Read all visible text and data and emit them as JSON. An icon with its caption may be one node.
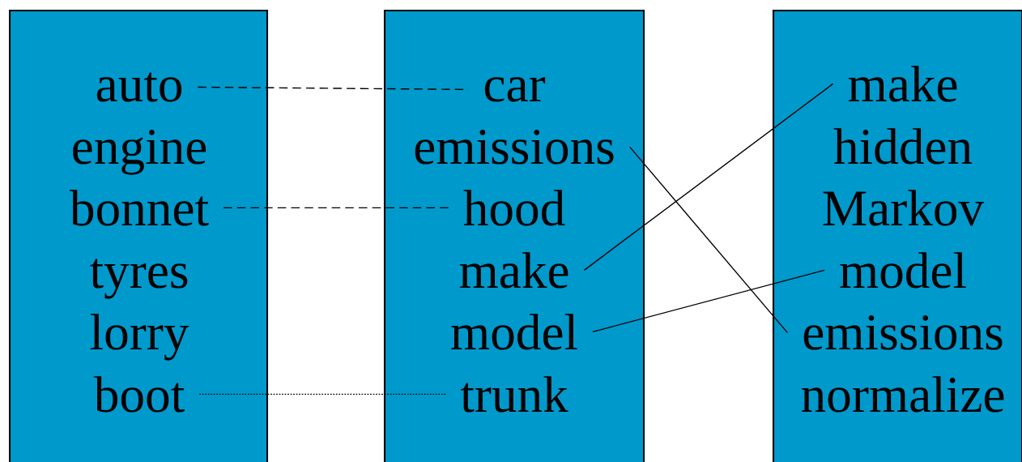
{
  "diagram": {
    "nodes": [
      {
        "text": [],
        "shape": "box"
      },
      {
        "text": [
          "auto"
        ],
        "in": 0
      },
      {
        "text": [
          "engine"
        ],
        "in": 0
      },
      {
        "text": [
          "bonnet"
        ],
        "in": 0
      },
      {
        "text": [
          "tyres"
        ],
        "in": 0
      },
      {
        "text": [
          "lorry"
        ],
        "in": 0
      },
      {
        "text": [
          "boot"
        ],
        "in": 0
      },
      {
        "text": [],
        "shape": "box"
      },
      {
        "text": [
          "car"
        ],
        "in": 7
      },
      {
        "text": [
          "emissions"
        ],
        "in": 7
      },
      {
        "text": [
          "hood"
        ],
        "in": 7
      },
      {
        "text": [
          "make"
        ],
        "in": 7
      },
      {
        "text": [
          "model"
        ],
        "in": 7
      },
      {
        "text": [
          "trunk"
        ],
        "in": 7
      },
      {
        "text": [],
        "shape": "box"
      },
      {
        "text": [
          "make"
        ],
        "in": 14
      },
      {
        "text": [
          "hidden"
        ],
        "in": 14
      },
      {
        "text": [
          "Markov"
        ],
        "in": 14
      },
      {
        "text": [
          "model"
        ],
        "in": 14
      },
      {
        "text": [
          "emissions"
        ],
        "in": 14
      },
      {
        "text": [
          "normalize"
        ],
        "in": 14
      }
    ],
    "edges": [
      {
        "from": 1,
        "to": 8,
        "arrow": "none",
        "style": "dashed"
      },
      {
        "from": 3,
        "to": 10,
        "arrow": "none",
        "style": "dashed"
      },
      {
        "from": 6,
        "to": 13,
        "arrow": "none",
        "style": "dashed"
      },
      {
        "from": 9,
        "to": 19,
        "arrow": "none"
      },
      {
        "from": 11,
        "to": 15,
        "arrow": "none"
      },
      {
        "from": 12,
        "to": 18,
        "arrow": "none"
      }
    ]
  }
}
